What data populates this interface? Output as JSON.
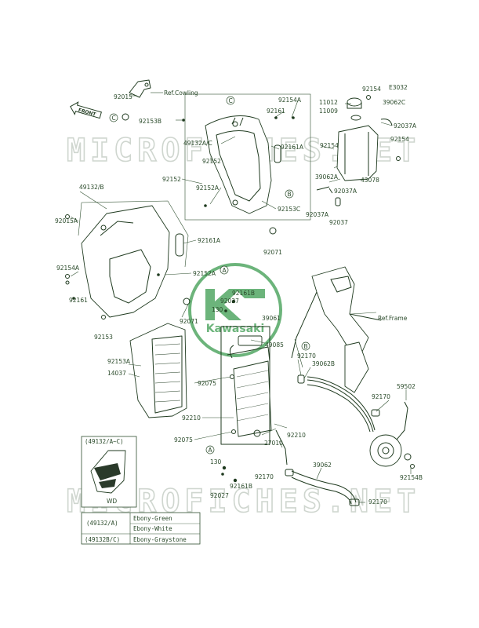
{
  "diagram_code": "E3032",
  "watermark": {
    "text": "MICROFICHES.NET",
    "logo_text": "Kawasaki",
    "color": "#3c9b4f"
  },
  "front_marker": "FRONT",
  "refs": {
    "cowling": "Ref.Cowling",
    "frame": "Ref.Frame"
  },
  "callouts": {
    "a": "A",
    "b": "B",
    "c": "C"
  },
  "part_labels": [
    {
      "id": "92015",
      "text": "92015"
    },
    {
      "id": "92153B",
      "text": "92153B"
    },
    {
      "id": "92154A-top",
      "text": "92154A"
    },
    {
      "id": "92161-top",
      "text": "92161"
    },
    {
      "id": "49132AC",
      "text": "49132A/C"
    },
    {
      "id": "92152-top",
      "text": "92152"
    },
    {
      "id": "92161A-top",
      "text": "92161A"
    },
    {
      "id": "92152-mid",
      "text": "92152"
    },
    {
      "id": "92152A-top",
      "text": "92152A"
    },
    {
      "id": "92153C",
      "text": "92153C"
    },
    {
      "id": "92154-tr",
      "text": "92154"
    },
    {
      "id": "11012",
      "text": "11012"
    },
    {
      "id": "11009",
      "text": "11009"
    },
    {
      "id": "39062C",
      "text": "39062C"
    },
    {
      "id": "92037A-1",
      "text": "92037A"
    },
    {
      "id": "92154-r2",
      "text": "92154"
    },
    {
      "id": "92154-r3",
      "text": "92154"
    },
    {
      "id": "39062A",
      "text": "39062A"
    },
    {
      "id": "43078",
      "text": "43078"
    },
    {
      "id": "92037A-2",
      "text": "92037A"
    },
    {
      "id": "92037A-3",
      "text": "92037A"
    },
    {
      "id": "92037",
      "text": "92037"
    },
    {
      "id": "92071-top",
      "text": "92071"
    },
    {
      "id": "49132B",
      "text": "49132/B"
    },
    {
      "id": "92015A",
      "text": "92015A"
    },
    {
      "id": "92161A-mid",
      "text": "92161A"
    },
    {
      "id": "92154A-left",
      "text": "92154A"
    },
    {
      "id": "92152A-mid",
      "text": "92152A"
    },
    {
      "id": "92161-left",
      "text": "92161"
    },
    {
      "id": "92161B-top",
      "text": "92161B"
    },
    {
      "id": "92027-top",
      "text": "92027"
    },
    {
      "id": "130-top",
      "text": "130"
    },
    {
      "id": "92071-mid",
      "text": "92071"
    },
    {
      "id": "39061",
      "text": "39061"
    },
    {
      "id": "92153",
      "text": "92153"
    },
    {
      "id": "49085",
      "text": "49085"
    },
    {
      "id": "92153A",
      "text": "92153A"
    },
    {
      "id": "14037",
      "text": "14037"
    },
    {
      "id": "92170-mid",
      "text": "92170"
    },
    {
      "id": "39062B",
      "text": "39062B"
    },
    {
      "id": "92075-1",
      "text": "92075"
    },
    {
      "id": "92170-right",
      "text": "92170"
    },
    {
      "id": "59502",
      "text": "59502"
    },
    {
      "id": "92210-1",
      "text": "92210"
    },
    {
      "id": "92075-2",
      "text": "92075"
    },
    {
      "id": "92210-2",
      "text": "92210"
    },
    {
      "id": "27010",
      "text": "27010"
    },
    {
      "id": "130-bot",
      "text": "130"
    },
    {
      "id": "92170-low",
      "text": "92170"
    },
    {
      "id": "39062",
      "text": "39062"
    },
    {
      "id": "92154B",
      "text": "92154B"
    },
    {
      "id": "92161B-bot",
      "text": "92161B"
    },
    {
      "id": "92027-bot",
      "text": "92027"
    },
    {
      "id": "92170-bot",
      "text": "92170"
    }
  ],
  "inset": {
    "title": "(49132/A~C)",
    "note": "WD"
  },
  "legend": [
    {
      "code": "(49132/A)",
      "colors": [
        "Ebony-Green",
        "Ebony-White"
      ]
    },
    {
      "code": "(49132B/C)",
      "colors": [
        "Ebony-Graystone"
      ]
    }
  ]
}
